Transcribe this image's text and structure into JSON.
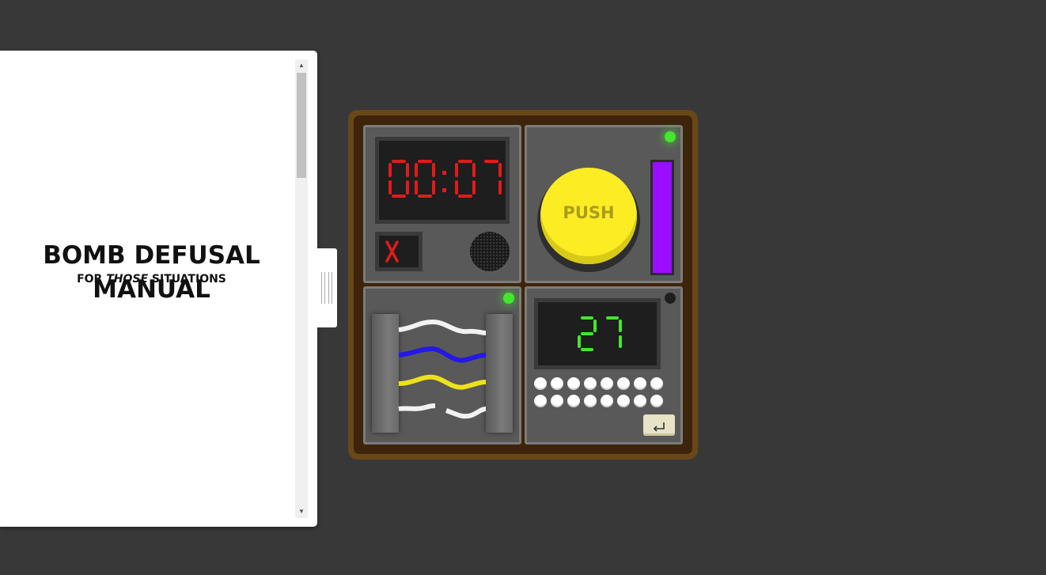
{
  "manual": {
    "title_line1": "BOMB DEFUSAL",
    "title_line2": "MANUAL",
    "subtitle_prefix": "FOR ",
    "subtitle_emphasis": "THOSE",
    "subtitle_suffix": " SITUATIONS"
  },
  "timer": {
    "display": "00:07",
    "strikes": "X",
    "digit_color": "#e01b1b"
  },
  "button_module": {
    "label": "PUSH",
    "button_color": "#fcec24",
    "strip_color": "#9a0dff",
    "led": "green"
  },
  "wires_module": {
    "wires": [
      "white",
      "blue",
      "yellow",
      "white"
    ],
    "wire_cut": [
      false,
      false,
      false,
      true
    ],
    "led": "green"
  },
  "keypad_module": {
    "display": "27",
    "digit_color": "#44e62e",
    "rows": 2,
    "keys_per_row": 8,
    "enter_label": "↵",
    "led": "off"
  },
  "colors": {
    "background": "#383838",
    "bomb_case": "#6a4716",
    "module": "#595959",
    "led_green": "#44e62e"
  }
}
